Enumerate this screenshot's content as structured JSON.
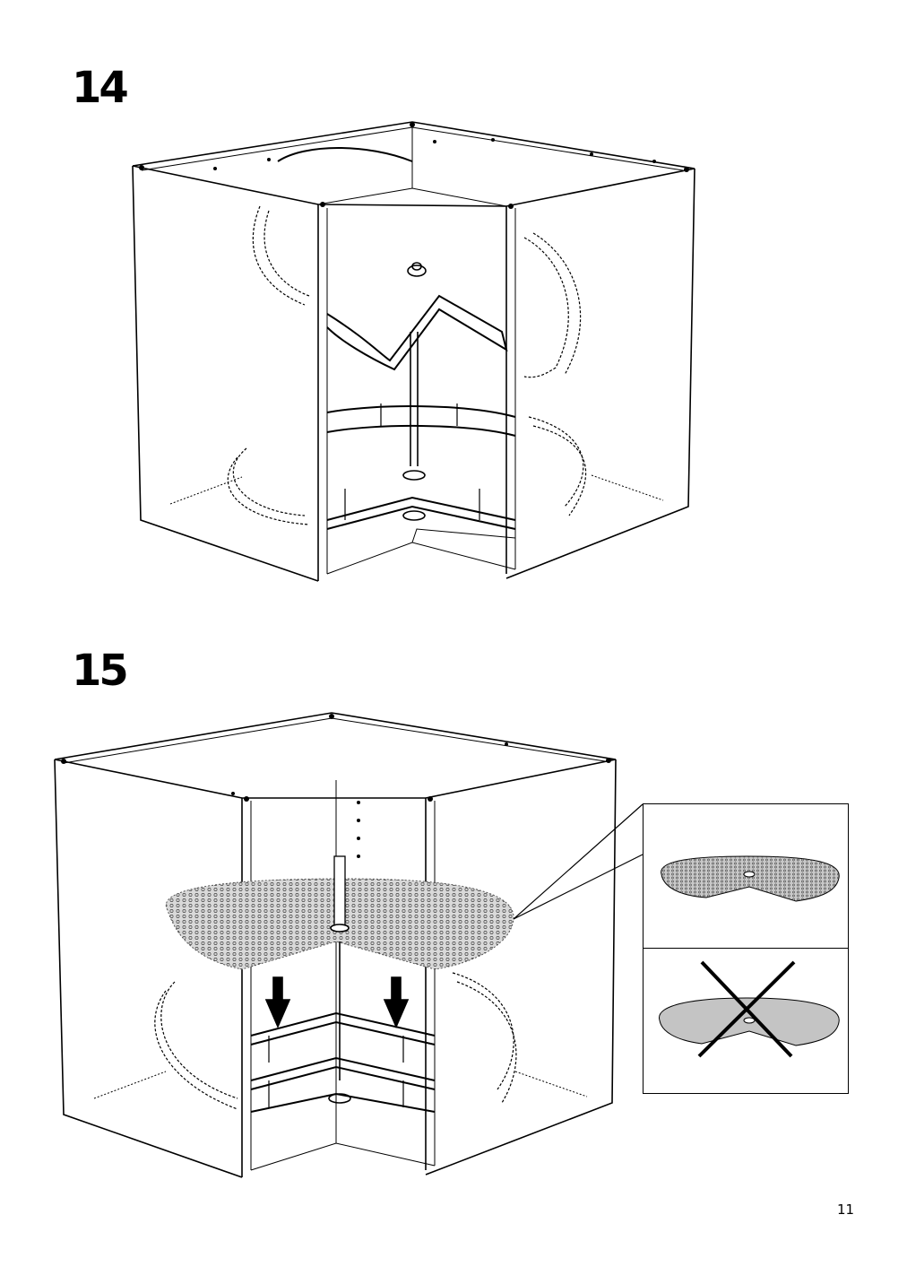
{
  "page": {
    "steps": [
      {
        "number": "14"
      },
      {
        "number": "15"
      }
    ],
    "page_number": "11",
    "inset": {
      "correct_icon": "perforated-shelf-mat-icon",
      "incorrect_icon": "solid-shelf-mat-crossed-icon"
    },
    "colors": {
      "line": "#000000",
      "mat_fill": "#bdbdbd",
      "solid_mat_fill": "#c4c4c4",
      "background": "#ffffff"
    }
  }
}
